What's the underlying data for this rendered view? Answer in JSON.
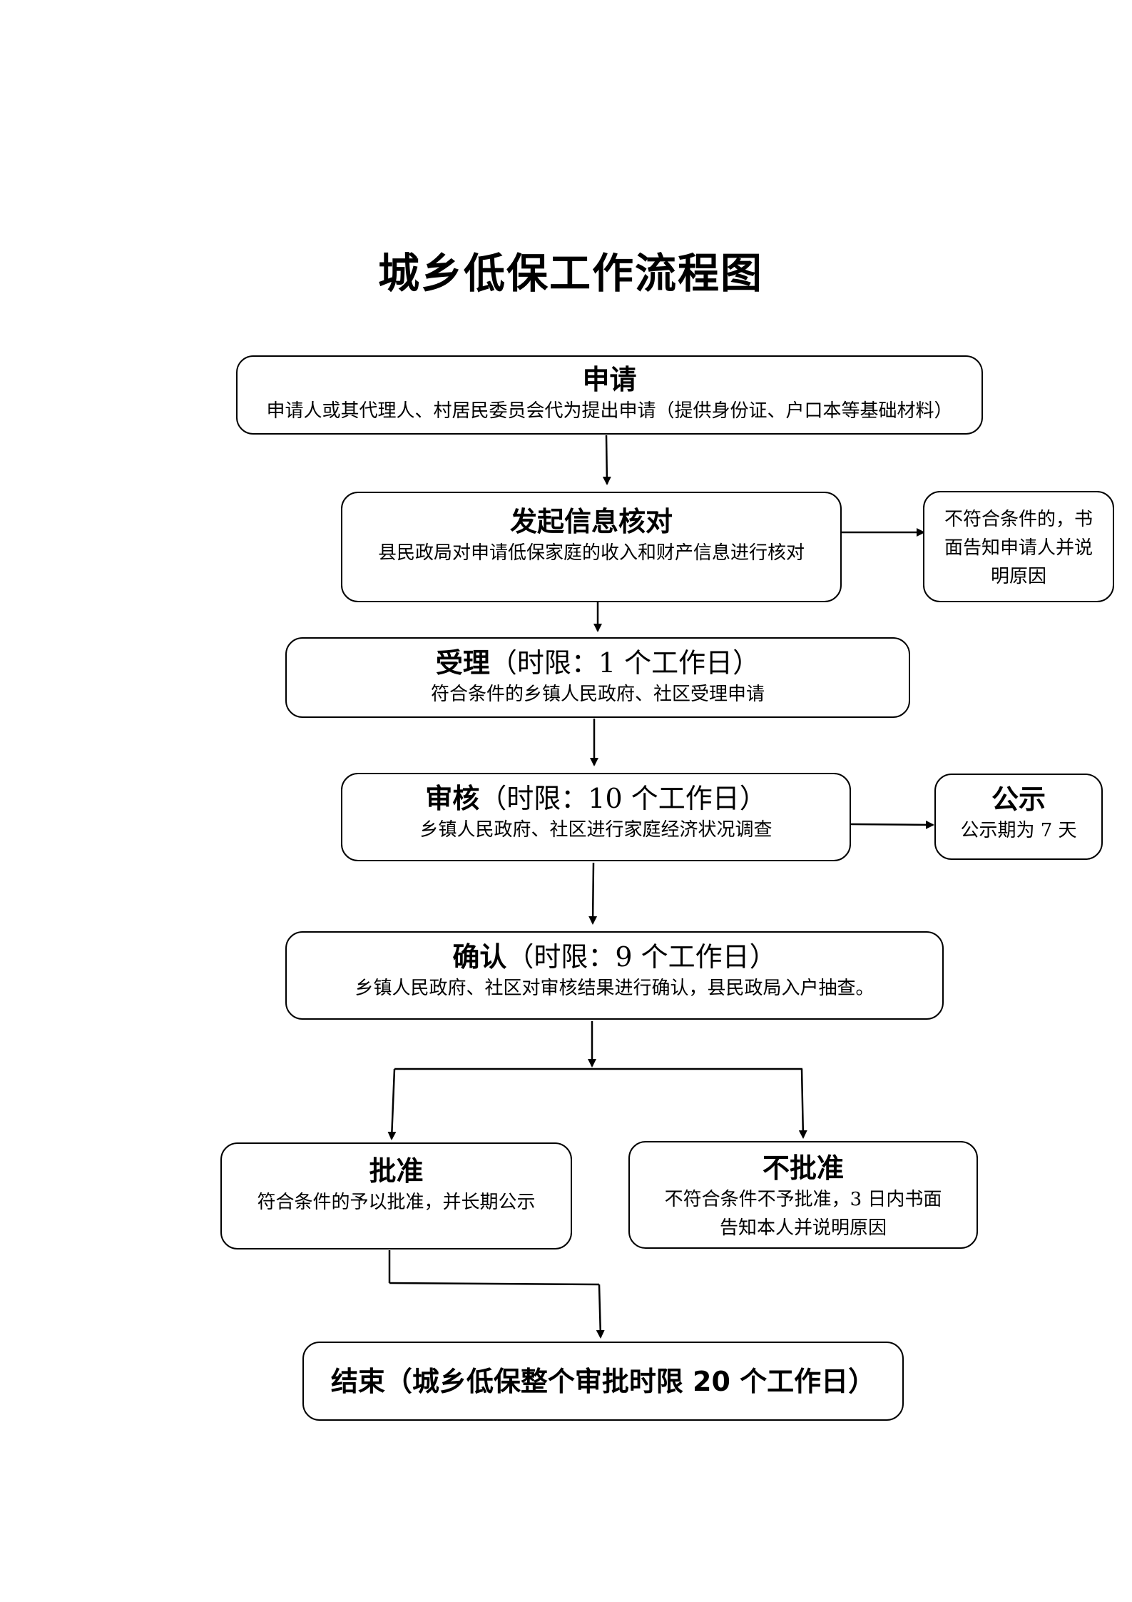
{
  "title": "城乡低保工作流程图",
  "nodes": {
    "apply": {
      "heading": "申请",
      "desc": "申请人或其代理人、村居民委员会代为提出申请（提供身份证、户口本等基础材料）"
    },
    "verify": {
      "heading": "发起信息核对",
      "desc": "县民政局对申请低保家庭的收入和财产信息进行核对"
    },
    "notify": {
      "desc": "不符合条件的，书面告知申请人并说明原因"
    },
    "accept": {
      "heading_bold": "受理",
      "heading_rest": "（时限：1 个工作日）",
      "desc": "符合条件的乡镇人民政府、社区受理申请"
    },
    "review": {
      "heading_bold": "审核",
      "heading_rest": "（时限：10 个工作日）",
      "desc": "乡镇人民政府、社区进行家庭经济状况调查"
    },
    "publicize": {
      "heading": "公示",
      "desc": "公示期为 7 天"
    },
    "confirm": {
      "heading_bold": "确认",
      "heading_rest": "（时限：9 个工作日）",
      "desc": "乡镇人民政府、社区对审核结果进行确认，县民政局入户抽查。"
    },
    "approve": {
      "heading": "批准",
      "desc": "符合条件的予以批准，并长期公示"
    },
    "reject": {
      "heading": "不批准",
      "desc": "不符合条件不予批准，3 日内书面告知本人并说明原因"
    },
    "end": {
      "heading": "结束（城乡低保整个审批时限 20 个工作日）"
    }
  }
}
